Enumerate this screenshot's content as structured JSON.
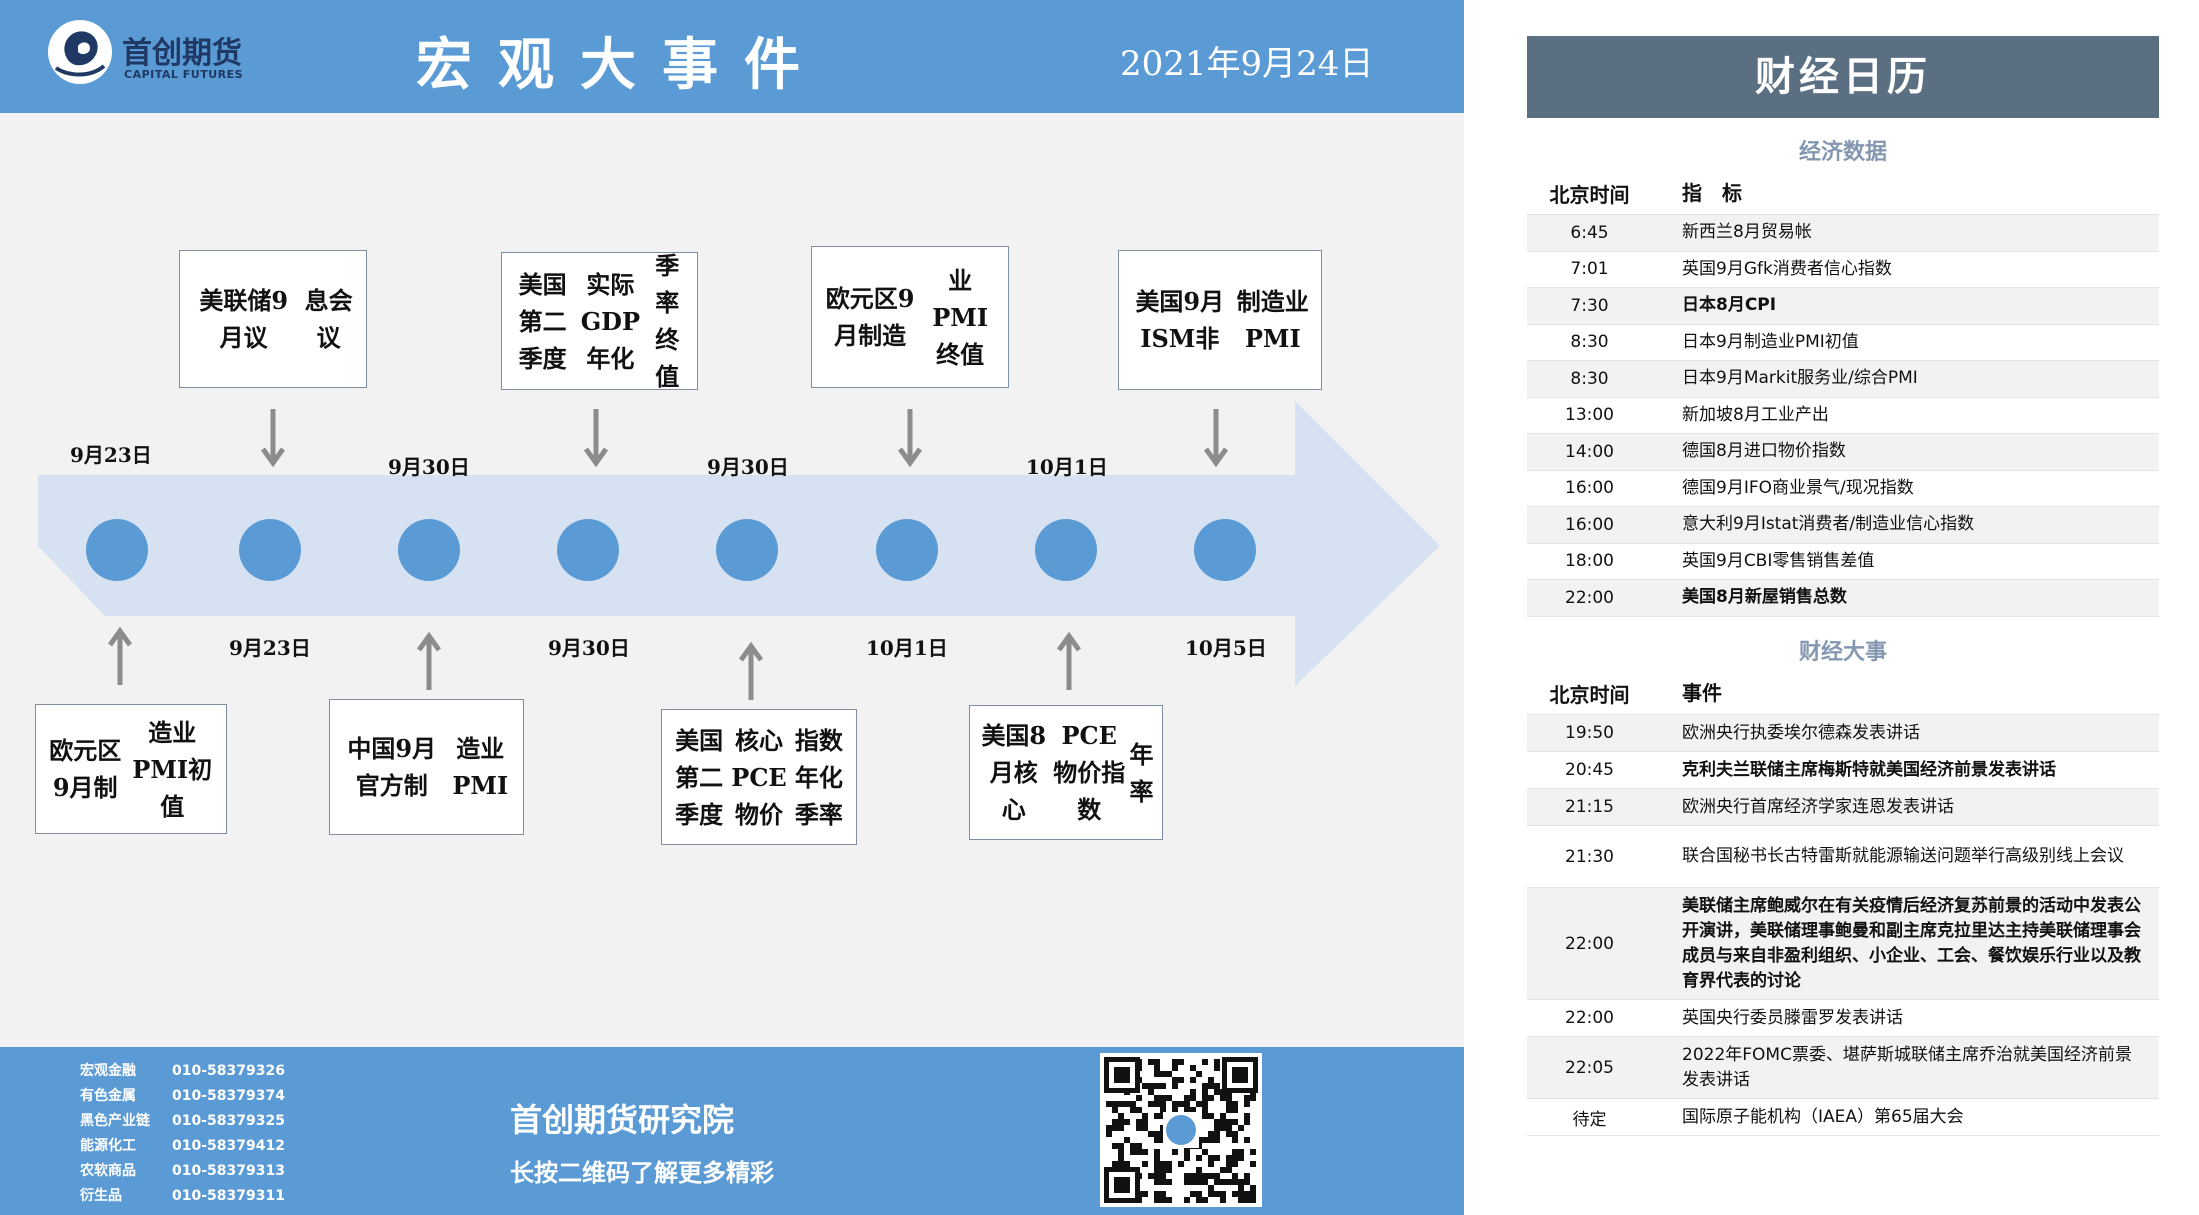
{
  "header": {
    "company": "首创期货",
    "company_en": "CAPITAL FUTURES",
    "title": "宏观大事件",
    "date": "2021年9月24日"
  },
  "timeline": {
    "top_dates": [
      "9月23日",
      "9月30日",
      "9月30日",
      "10月1日"
    ],
    "bottom_dates": [
      "9月23日",
      "9月30日",
      "10月1日",
      "10月5日"
    ],
    "top_events": [
      [
        "美联储9月议",
        "息会议"
      ],
      [
        "美国第二季度",
        "实际GDP年化",
        "季率终值"
      ],
      [
        "欧元区9月制造",
        "业PMI终值"
      ],
      [
        "美国9月ISM非",
        "制造业PMI"
      ]
    ],
    "bottom_events": [
      [
        "欧元区9月制",
        "造业PMI初值"
      ],
      [
        "中国9月官方制",
        "造业PMI"
      ],
      [
        "美国第二季度",
        "核心PCE物价",
        "指数年化季率"
      ],
      [
        "美国8月核心",
        "PCE物价指数",
        "年率"
      ]
    ],
    "colors": {
      "arrow": "#d6e1f1",
      "dot": "#5b9bd5",
      "pointer": "#8c8c8c"
    }
  },
  "footer": {
    "contacts": [
      {
        "dept": "宏观金融",
        "phone": "010-58379326"
      },
      {
        "dept": "有色金属",
        "phone": "010-58379374"
      },
      {
        "dept": "黑色产业链",
        "phone": "010-58379325"
      },
      {
        "dept": "能源化工",
        "phone": "010-58379412"
      },
      {
        "dept": "农软商品",
        "phone": "010-58379313"
      },
      {
        "dept": "衍生品",
        "phone": "010-58379311"
      }
    ],
    "institute": "首创期货研究院",
    "slogan": "长按二维码了解更多精彩"
  },
  "calendar": {
    "title": "财经日历",
    "economic": {
      "section_title": "经济数据",
      "col_time": "北京时间",
      "col_name": "指　标",
      "rows": [
        {
          "time": "6:45",
          "name": "新西兰8月贸易帐",
          "bold": false
        },
        {
          "time": "7:01",
          "name": "英国9月Gfk消费者信心指数",
          "bold": false
        },
        {
          "time": "7:30",
          "name": "日本8月CPI",
          "bold": true
        },
        {
          "time": "8:30",
          "name": "日本9月制造业PMI初值",
          "bold": false
        },
        {
          "time": "8:30",
          "name": "日本9月Markit服务业/综合PMI",
          "bold": false
        },
        {
          "time": "13:00",
          "name": "新加坡8月工业产出",
          "bold": false
        },
        {
          "time": "14:00",
          "name": "德国8月进口物价指数",
          "bold": false
        },
        {
          "time": "16:00",
          "name": "德国9月IFO商业景气/现况指数",
          "bold": false
        },
        {
          "time": "16:00",
          "name": "意大利9月Istat消费者/制造业信心指数",
          "bold": false
        },
        {
          "time": "18:00",
          "name": "英国9月CBI零售销售差值",
          "bold": false
        },
        {
          "time": "22:00",
          "name": "美国8月新屋销售总数",
          "bold": true
        }
      ]
    },
    "events": {
      "section_title": "财经大事",
      "col_time": "北京时间",
      "col_name": "事件",
      "rows": [
        {
          "time": "19:50",
          "name": "欧洲央行执委埃尔德森发表讲话",
          "bold": false,
          "lines": 1
        },
        {
          "time": "20:45",
          "name": "克利夫兰联储主席梅斯特就美国经济前景发表讲话",
          "bold": true,
          "lines": 1
        },
        {
          "time": "21:15",
          "name": "欧洲央行首席经济学家连恩发表讲话",
          "bold": false,
          "lines": 1
        },
        {
          "time": "21:30",
          "name": "联合国秘书长古特雷斯就能源输送问题举行高级别线上会议",
          "bold": false,
          "lines": 2
        },
        {
          "time": "22:00",
          "name": "美联储主席鲍威尔在有关疫情后经济复苏前景的活动中发表公开演讲，美联储理事鲍曼和副主席克拉里达主持美联储理事会成员与来自非盈利组织、小企业、工会、餐饮娱乐行业以及教育界代表的讨论",
          "bold": true,
          "lines": 4
        },
        {
          "time": "22:00",
          "name": "英国央行委员滕雷罗发表讲话",
          "bold": false,
          "lines": 1
        },
        {
          "time": "22:05",
          "name": "2022年FOMC票委、堪萨斯城联储主席乔治就美国经济前景发表讲话",
          "bold": false,
          "lines": 2
        },
        {
          "time": "待定",
          "name": "国际原子能机构（IAEA）第65届大会",
          "bold": false,
          "lines": 1
        }
      ]
    }
  }
}
